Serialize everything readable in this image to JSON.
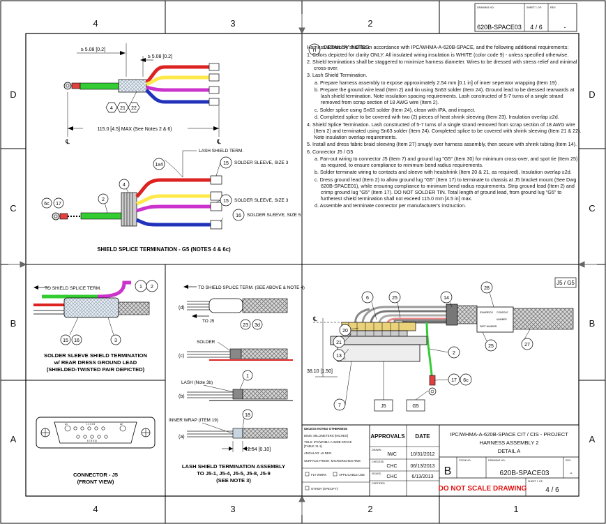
{
  "zones": {
    "top": [
      "4",
      "3",
      "2",
      "1"
    ],
    "bottom": [
      "4",
      "3",
      "2",
      "1"
    ],
    "left": [
      "D",
      "C",
      "B",
      "A"
    ],
    "right": [
      "D",
      "C",
      "B",
      "A"
    ]
  },
  "header_block": {
    "drawing_no_label": "DRAWING NO:",
    "drawing_no": "620B-SPACE03",
    "sheet_label": "SHEET 1 OF:",
    "sheet": "4 / 6",
    "rev_label": "REV:",
    "rev": "-"
  },
  "notes": {
    "badge": "n",
    "title": "DETAIL \"A\" NOTES:",
    "intro": "Harness assembly shall be in accordance with IPC/WHMA-A-620B-SPACE, and the following additional requirements:",
    "n1": "1.  Colors depicted for clarity ONLY.  All insulated wiring insulation is WHITE (color code 9) - unless specified otherwise.",
    "n2": "2.  Shield terminations shall be staggered to minimize harness diameter.  Wires to be dressed with stress relief and minimal cross-over.",
    "n3": "3.  Lash Shield Termination.",
    "n3a": "a.  Prepare harness assembly to expose approximately 2.54 mm [0.1 in] of inner seperator wrapping (Item 19) .",
    "n3b": "b.  Prepare the ground wire lead (Item 2) and tin using Sn63 solder (Item 24).  Ground lead to be dressed rearwards at lash shield termination.  Note insulation spacing requirements.  Lash constructed of 5-7 turns of a single strand removed from scrap section of 18 AWG wire (Item 2).",
    "n3c": "c.  Solder splice using Sn63 solder (Item 24), clean with IPA, and inspect.",
    "n3d": "d.  Completed splice to be covered with two (2) pieces of heat shrink sleeving (Item 23).  Insulation overlap ≥2d.",
    "n4": "4.  Shield Splice Termination.  Lash constructed of 5-7 turns of a single strand removed from scrap section of 18 AWG wire (Item 2) and terminated using Sn63 solder (Item 24).  Completed splice to be covered with shrink sleeving (Item 21 & 22). Note insulation overlap requirements.",
    "n5": "5.  Install and dress fabric braid sleeving (Item 27) snugly over harness assembly, then secure with shrink tubing (Item 14).",
    "n6": "6.  Connector J5 / G5",
    "n6a": "a.  Fan-out wiring to connector J5 (Item 7) and ground lug \"G5\" (Item 30) for minimum cross-over, and spot tie (Item 25) as required, to ensure compliance to minimum bend radius requirements.",
    "n6b": "b.  Solder terminate wiring to contacts and sleeve with heatshrink (Item 20 & 21, as required).  Insulation overlap ≥2d.",
    "n6c": "c.  Dress ground lead (Item 2) to allow ground lug \"G5\" (Item 17) to terminate to chassis at J5 bracket mount (See Dwg 620B-SPACE01), while ensuring compliance to minimum bend radius requirements.  Strip ground lead (Item 2) and crimp ground lug \"G5\" (Item 17).  DO NOT SOLDER TIN.  Total length of ground lead, from ground lug \"G5\" to furtherest shield termination shall not exceed 115.0 mm [4.5 in] max.",
    "n6d": "d.  Assemble and terminate connector per manufacturer's instruction."
  },
  "detail_d": {
    "dim1": "≥ 5.08 [0.2]",
    "dim2": "≥ 5.08 [0.2]",
    "balloons": [
      "4",
      "21",
      "22"
    ],
    "dim3": "115.0 [4.5] MAX (See Notes 2 & 6)",
    "cl": "℄"
  },
  "detail_c": {
    "balloon_1x4": "1x4",
    "lash_label": "LASH SHIELD TERM.",
    "balloon_4": "4",
    "balloon_2": "2",
    "balloon_6c": "6c",
    "balloon_17": "17",
    "sleeve1_no": "15",
    "sleeve1": "SOLDER SLEEVE, SIZE 3",
    "sleeve2_no": "15",
    "sleeve2": "SOLDER SLEEVE, SIZE 3",
    "sleeve3_no": "16",
    "sleeve3": "SOLDER SLEEVE, SIZE 5",
    "caption": "SHIELD SPLICE TERMINATION - G5  (NOTES 4 & 6c)"
  },
  "detail_b4": {
    "arrow_label": "TO SHIELD SPLICE TERM.",
    "balloons": [
      "1",
      "2",
      "15",
      "16",
      "3"
    ],
    "caption1": "SOLDER SLEEVE SHIELD TERMINATION",
    "caption2": "w/ REAR DRESS GROUND LEAD",
    "caption3": "(SHIELDED-TWISTED PAIR DEPICTED)"
  },
  "detail_b3": {
    "top_label": "TO SHIELD SPLICE TERM. (SEE ABOVE & NOTE 4)",
    "d": "(d)",
    "to_j5": "TO J5",
    "b23": "23",
    "b3d": "3d",
    "solder": "SOLDER",
    "c": "(c)",
    "lash": "LASH (Note 3b)",
    "b1": "1",
    "b": "(b)",
    "inner": "INNER WRAP (ITEM 19)",
    "b18": "18",
    "a": "(a)",
    "dim": "2.54 [0.10]",
    "caption1": "LASH SHIELD TERMINATION ASSEMBLY",
    "caption2": "TO J5-1, J5-4, J5-5, J5-8, J5-9",
    "caption3": "(SEE NOTE 3)"
  },
  "connector": {
    "caption1": "CONNECTOR - J5",
    "caption2": "(FRONT VIEW)",
    "top_pins": "1  2  3  4  5",
    "bottom_pins": "6  7  8  9  10",
    "a1": "A1",
    "a2": "A2"
  },
  "detail_a": {
    "tag": "J5 / G5",
    "dim": "38.10 [1.50]",
    "cl": "℄",
    "balloons": {
      "b6": "6",
      "b25a": "25",
      "b14": "14",
      "b28": "28",
      "b20": "20",
      "b21": "21",
      "b13": "13",
      "b2": "2",
      "b25b": "25",
      "b27": "27",
      "b17": "17",
      "b6c": "6c",
      "b7": "7",
      "j5": "J5",
      "g5": "G5"
    },
    "label_lines": [
      "ID/WIRE/DS",
      "CONSOLE",
      "NUMBER",
      "PART NUMBER"
    ]
  },
  "title_block": {
    "unless": "UNLESS NOTED OTHERWISE",
    "dims": "DIMS: MILLIMETERS [INCHES]",
    "tols": "TOLS: IPC/WHMA-A-620B-SPACE",
    "table": "[TABLE 11-1]",
    "angular": "ANGULAR: ±5 DEG.",
    "surface": "SURFACE FINISH: MICROINCHES RMS",
    "flt": "FLT WORK",
    "applicable": "APPLICABLE USE",
    "other": "OTHER (SPECIFY):",
    "approvals": "APPROVALS",
    "date": "DATE",
    "drawn_label": "DRAWN",
    "drawn": "IWC",
    "drawn_date": "10/31/2012",
    "checked_label": "CHECKED",
    "checked": "CHC",
    "checked_date": "06/13/2013",
    "issued_label": "ISSUED",
    "issued": "CHC",
    "issued_date": "6/13/2013",
    "certified_label": "CERTIFIED",
    "title1": "IPC/WHMA-A-620B-SPACE CIT / CIS - PROJECT",
    "title2": "HARNESS ASSEMBLY 2",
    "title3": "DETAIL A",
    "size": "B",
    "fscm_label": "FSCM NO:",
    "dwg_label": "DRAWING NO:",
    "dwg": "620B-SPACE03",
    "rev_label": "REV:",
    "rev": "-",
    "warning": "DO NOT SCALE DRAWING",
    "sheet_label": "SHEET 1 OF:",
    "sheet": "4 / 6"
  }
}
